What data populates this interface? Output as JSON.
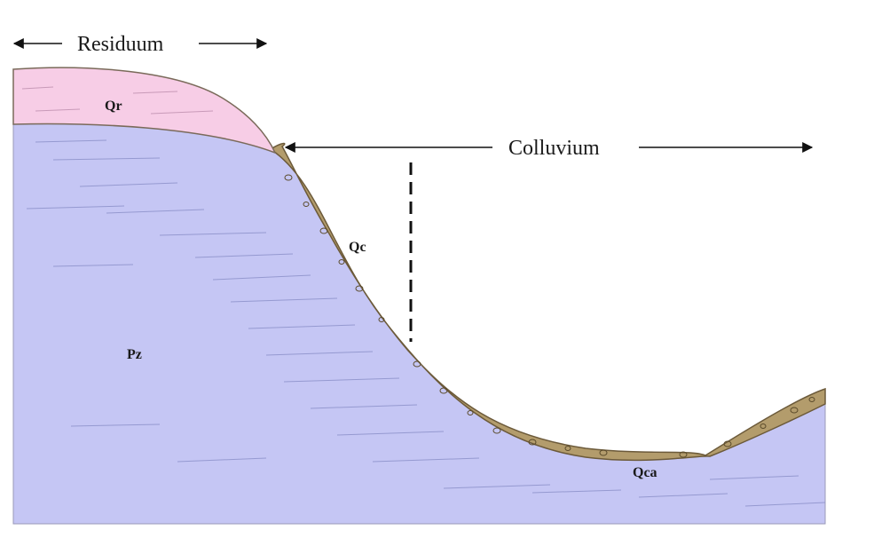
{
  "labels": {
    "residuum": "Residuum",
    "colluvium": "Colluvium",
    "qr": "Qr",
    "qc": "Qc",
    "pz": "Pz",
    "qca": "Qca"
  },
  "colors": {
    "bedrock": "#c5c6f4",
    "residuum": "#f7cde6",
    "colluvium": "#b39c6c",
    "outline": "#6c5a3a",
    "sketch": "#8a8fc8",
    "text": "#1a1a1a"
  }
}
